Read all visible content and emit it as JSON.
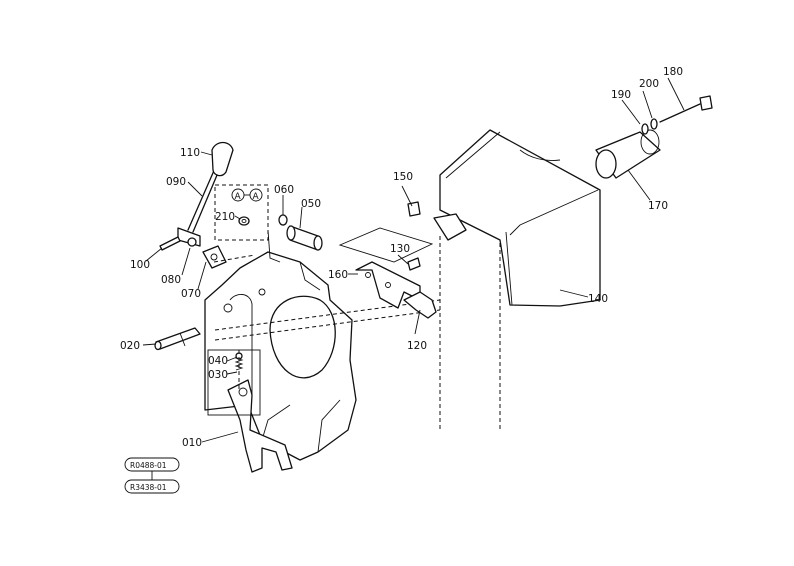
{
  "diagram": {
    "callouts": {
      "p010": "010",
      "p020": "020",
      "p030": "030",
      "p040": "040",
      "p050": "050",
      "p060": "060",
      "p070": "070",
      "p080": "080",
      "p090": "090",
      "p100": "100",
      "p110": "110",
      "p120": "120",
      "p130": "130",
      "p140": "140",
      "p150": "150",
      "p160": "160",
      "p170": "170",
      "p180": "180",
      "p190": "190",
      "p200": "200",
      "p210": "210"
    },
    "marks": {
      "a1": "A",
      "a2": "A"
    },
    "references": {
      "ref1": "R0488-01",
      "ref2": "R3438-01"
    }
  }
}
